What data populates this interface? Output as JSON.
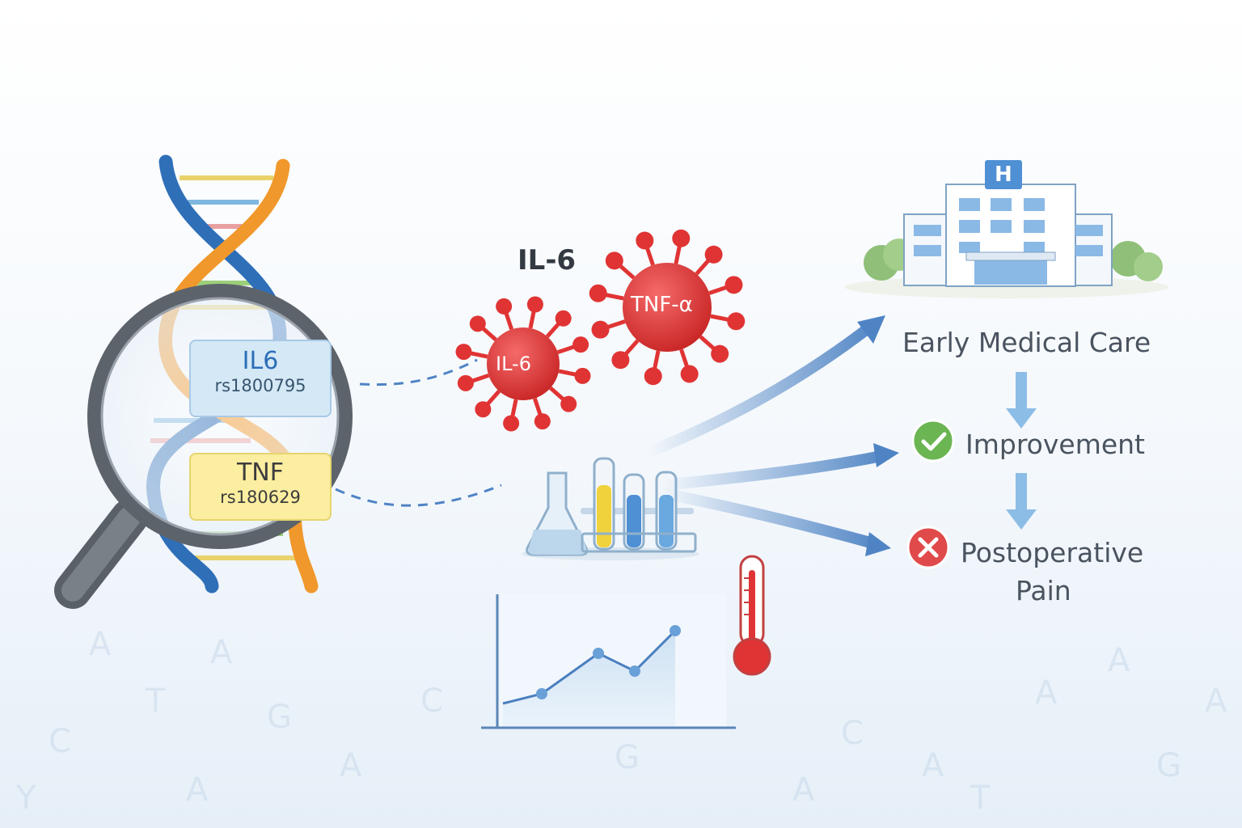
{
  "snp_tags": [
    {
      "gene": "IL6",
      "snp": "rs1800795",
      "color": "#d4e8f6"
    },
    {
      "gene": "TNF",
      "snp": "rs180629",
      "color": "#fbeea0"
    }
  ],
  "cytokines": [
    {
      "label": "IL-6",
      "kind": "heading"
    },
    {
      "label": "IL-6",
      "kind": "virus-small"
    },
    {
      "label": "TNF-α",
      "kind": "virus-large"
    }
  ],
  "outcomes": {
    "care": "Early Medical Care",
    "improvement": "Improvement",
    "pain_line1": "Postoperative",
    "pain_line2": "Pain"
  },
  "hospital_sign": "H",
  "colors": {
    "virus_red": "#e03434",
    "arrow_blue": "#4f84c4",
    "check_green": "#6bb552",
    "cross_red": "#e04a4a",
    "dna_blue": "#2f6fb8",
    "dna_orange": "#f0982b"
  }
}
